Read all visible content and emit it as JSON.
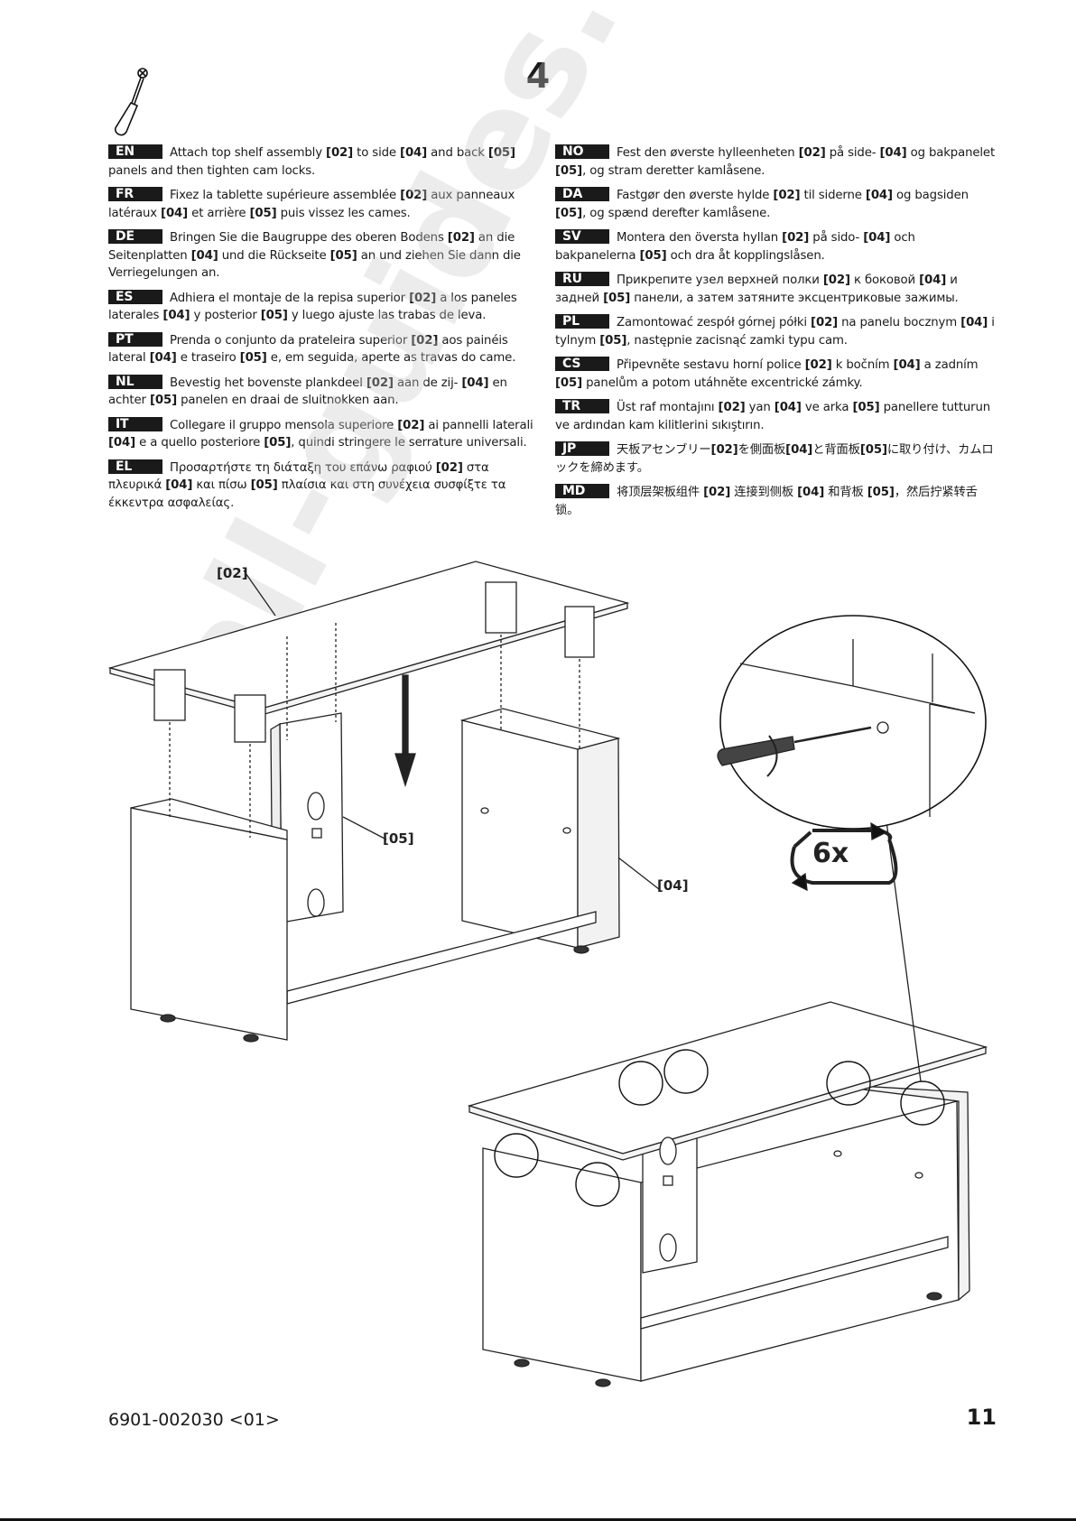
{
  "step": "4",
  "left_column": [
    {
      "code": "EN",
      "parts": [
        "Attach top shelf assembly ",
        "[02]",
        " to side ",
        "[04]",
        " and back ",
        "[05]",
        " panels and then tighten cam locks."
      ]
    },
    {
      "code": "FR",
      "parts": [
        "Fixez la tablette supérieure assemblée ",
        "[02]",
        " aux panneaux latéraux ",
        "[04]",
        " et arrière ",
        "[05]",
        " puis vissez les cames."
      ]
    },
    {
      "code": "DE",
      "parts": [
        "Bringen Sie die Baugruppe des oberen Bodens ",
        "[02]",
        " an die Seitenplatten ",
        "[04]",
        " und die Rückseite ",
        "[05]",
        " an und ziehen Sie dann die Verriegelungen an."
      ]
    },
    {
      "code": "ES",
      "parts": [
        "Adhiera el montaje de la repisa superior ",
        "[02]",
        " a los paneles laterales ",
        "[04]",
        " y posterior ",
        "[05]",
        " y luego ajuste las trabas de leva."
      ]
    },
    {
      "code": "PT",
      "parts": [
        "Prenda o conjunto da prateleira superior ",
        "[02]",
        " aos painéis lateral ",
        "[04]",
        " e traseiro ",
        "[05]",
        " e, em seguida, aperte as travas do came."
      ]
    },
    {
      "code": "NL",
      "parts": [
        "Bevestig het bovenste plankdeel ",
        "[02]",
        " aan de zij- ",
        "[04]",
        " en achter ",
        "[05]",
        " panelen en draai de sluitnokken aan."
      ]
    },
    {
      "code": "IT",
      "parts": [
        "Collegare il gruppo mensola superiore ",
        "[02]",
        " ai pannelli laterali ",
        "[04]",
        " e a quello posteriore ",
        "[05]",
        ", quindi stringere le serrature universali."
      ]
    },
    {
      "code": "EL",
      "parts": [
        "Προσαρτήστε τη διάταξη του επάνω ραφιού ",
        "[02]",
        " στα πλευρικά ",
        "[04]",
        " και πίσω ",
        "[05]",
        " πλαίσια και στη συνέχεια συσφίξτε τα έκκεντρα ασφαλείας."
      ]
    }
  ],
  "right_column": [
    {
      "code": "NO",
      "parts": [
        "Fest den øverste hylleenheten ",
        "[02]",
        " på side- ",
        "[04]",
        " og bakpanelet ",
        "[05]",
        ", og stram deretter kamlåsene."
      ]
    },
    {
      "code": "DA",
      "parts": [
        "Fastgør den øverste hylde ",
        "[02]",
        " til siderne ",
        "[04]",
        " og bagsiden ",
        "[05]",
        ", og spænd derefter kamlåsene."
      ]
    },
    {
      "code": "SV",
      "parts": [
        "Montera den översta hyllan ",
        "[02]",
        " på sido- ",
        "[04]",
        " och bakpanelerna ",
        "[05]",
        " och dra åt kopplingslåsen."
      ]
    },
    {
      "code": "RU",
      "parts": [
        "Прикрепите узел верхней полки ",
        "[02]",
        " к боковой ",
        "[04]",
        " и задней ",
        "[05]",
        " панели, а затем затяните эксцентриковые зажимы."
      ]
    },
    {
      "code": "PL",
      "parts": [
        "Zamontować zespół górnej półki ",
        "[02]",
        " na panelu bocznym ",
        "[04]",
        " i tylnym ",
        "[05]",
        ", następnie zacisnąć zamki typu cam."
      ]
    },
    {
      "code": "CS",
      "parts": [
        "Připevněte sestavu horní police ",
        "[02]",
        " k bočním ",
        "[04]",
        " a zadním ",
        "[05]",
        " panelům a potom utáhněte excentrické zámky."
      ]
    },
    {
      "code": "TR",
      "parts": [
        "Üst raf montajını ",
        "[02]",
        " yan ",
        "[04]",
        " ve arka ",
        "[05]",
        " panellere tutturun ve ardından kam kilitlerini sıkıştırın."
      ]
    },
    {
      "code": "JP",
      "parts": [
        "天板アセンブリー",
        "[02]",
        "を側面板",
        "[04]",
        "と背面板",
        "[05]",
        "に取り付け、カムロックを締めます。"
      ]
    },
    {
      "code": "MD",
      "parts": [
        "将顶层架板组件 ",
        "[02]",
        " 连接到侧板 ",
        "[04]",
        " 和背板 ",
        "[05]",
        "，然后拧紧转舌锁。"
      ]
    }
  ],
  "labels": {
    "top_shelf": "[02]",
    "back_panel": "[05]",
    "side_panel": "[04]",
    "count": "6x"
  },
  "watermark": "all-guides.com",
  "footer": {
    "code": "6901-002030 <01>",
    "page": "11"
  }
}
